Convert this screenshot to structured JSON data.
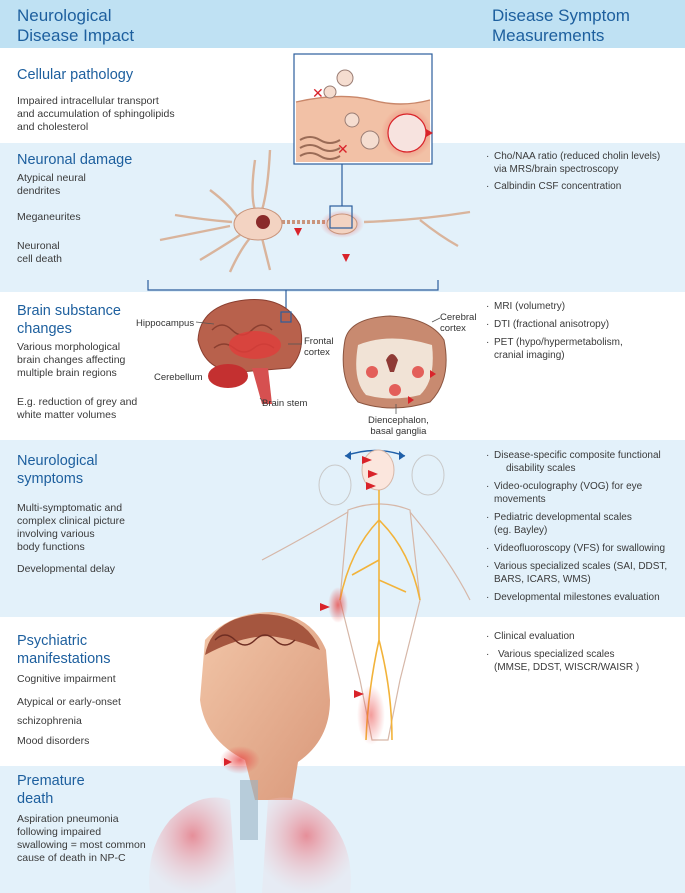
{
  "header": {
    "left_title": [
      "Neurological",
      "Disease Impact"
    ],
    "right_title": [
      "Disease Symptom",
      "Measurements"
    ]
  },
  "colors": {
    "header_bg": "#bfe1f3",
    "band_blue": "#e3f1fa",
    "title_blue": "#1d5f9e",
    "accent_red": "#d9232a"
  },
  "sections": [
    {
      "title": [
        "Cellular pathology"
      ],
      "lines": [
        "Impaired intracellular transport",
        "and accumulation of sphingolipids",
        "and cholesterol"
      ],
      "measurements": []
    },
    {
      "title": [
        "Neuronal damage"
      ],
      "lines": [
        "Atypical neural",
        "dendrites",
        "Meganeurites",
        "Neuronal",
        "cell death"
      ],
      "measurements": [
        [
          "Cho/NAA ratio (reduced cholin levels)",
          "via MRS/brain spectroscopy"
        ],
        [
          "Calbindin CSF concentration"
        ]
      ]
    },
    {
      "title": [
        "Brain substance",
        "changes"
      ],
      "lines": [
        "Various morphological",
        "brain changes affecting",
        "multiple brain regions",
        "E.g. reduction of grey and",
        "white matter volumes"
      ],
      "measurements": [
        [
          "MRI (volumetry)"
        ],
        [
          "DTI (fractional anisotropy)"
        ],
        [
          "PET (hypo/hypermetabolism,",
          "cranial imaging)"
        ]
      ]
    },
    {
      "title": [
        "Neurological",
        "symptoms"
      ],
      "lines": [
        "Multi-symptomatic and",
        "complex clinical picture",
        "involving various",
        "body functions",
        "Developmental delay"
      ],
      "measurements": [
        [
          "Disease-specific composite functional",
          "disability scales"
        ],
        [
          "Video-oculography (VOG) for eye",
          "movements"
        ],
        [
          "Pediatric developmental scales",
          "(eg. Bayley)"
        ],
        [
          "Videofluoroscopy (VFS) for swallowing"
        ],
        [
          "Various specialized scales (SAI, DDST,",
          "BARS, ICARS, WMS)"
        ],
        [
          "Developmental milestones evaluation"
        ]
      ]
    },
    {
      "title": [
        "Psychiatric",
        "manifestations"
      ],
      "lines": [
        "Cognitive impairment",
        "Atypical or early-onset",
        "schizophrenia",
        "Mood disorders"
      ],
      "measurements": [
        [
          "Clinical evaluation"
        ],
        [
          "Various specialized scales",
          "(MMSE, DDST,  WISCR/WAISR )"
        ]
      ]
    },
    {
      "title": [
        "Premature",
        "death"
      ],
      "lines": [
        "Aspiration pneumonia",
        "following impaired",
        "swallowing = most common",
        "cause of death in NP-C"
      ],
      "measurements": []
    }
  ],
  "brain_labels": {
    "hippocampus": "Hippocampus",
    "frontal_cortex": [
      "Frontal",
      "cortex"
    ],
    "cerebellum": "Cerebellum",
    "brain_stem": "Brain stem",
    "cerebral_cortex": [
      "Cerebral",
      "cortex"
    ],
    "diencephalon": [
      "Diencephalon,",
      "basal ganglia"
    ]
  }
}
